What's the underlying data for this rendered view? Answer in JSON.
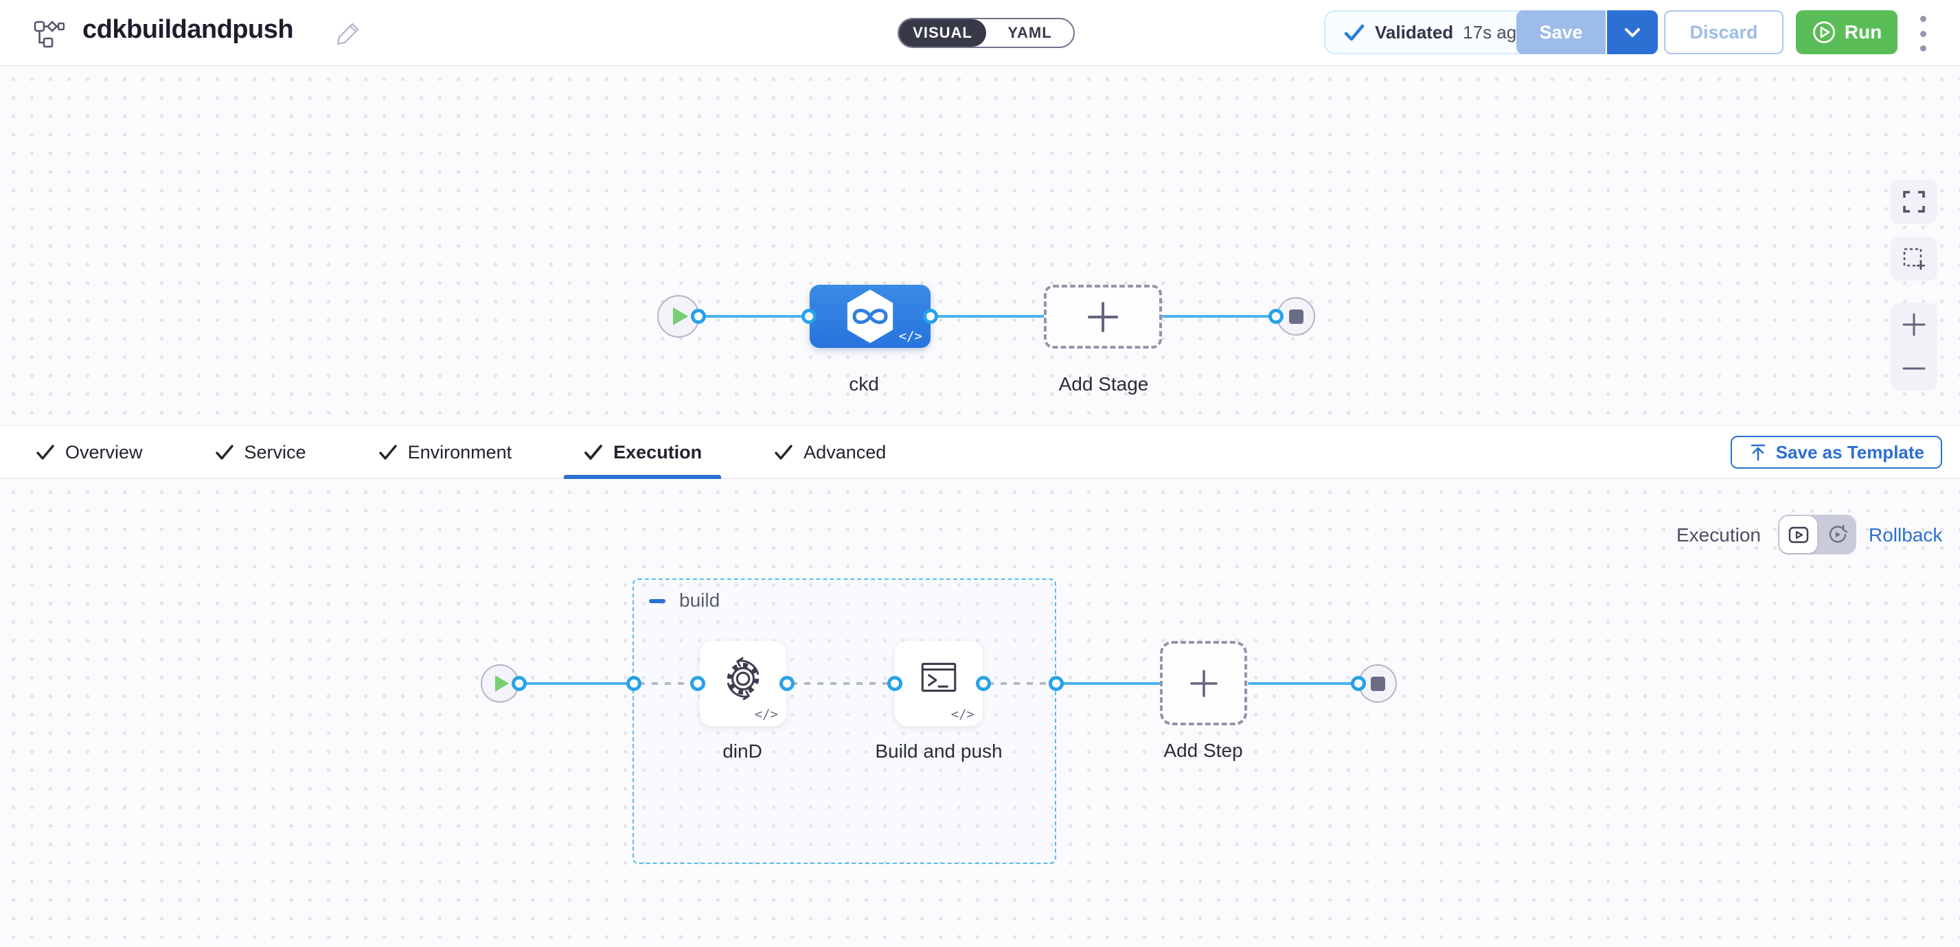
{
  "header": {
    "title": "cdkbuildandpush",
    "mode_toggle": {
      "options": [
        "VISUAL",
        "YAML"
      ],
      "selected": "VISUAL"
    },
    "validated": {
      "label": "Validated",
      "time": "17s ago"
    },
    "save_label": "Save",
    "discard_label": "Discard",
    "run_label": "Run"
  },
  "stage_canvas": {
    "stage_name": "ckd",
    "add_stage_label": "Add Stage"
  },
  "tabs": {
    "items": [
      {
        "label": "Overview",
        "checked": true,
        "active": false
      },
      {
        "label": "Service",
        "checked": true,
        "active": false
      },
      {
        "label": "Environment",
        "checked": true,
        "active": false
      },
      {
        "label": "Execution",
        "checked": true,
        "active": true
      },
      {
        "label": "Advanced",
        "checked": true,
        "active": false
      }
    ],
    "save_as_template_label": "Save as Template"
  },
  "execution_canvas": {
    "mode_label": "Execution",
    "rollback_label": "Rollback",
    "group_label": "build",
    "steps": [
      {
        "name": "dinD"
      },
      {
        "name": "Build and push"
      }
    ],
    "add_step_label": "Add Step",
    "code_glyph": "</>"
  },
  "colors": {
    "accent_blue": "#2c6fd1",
    "stage_blue": "#2f7ee1",
    "connector_blue": "#4ab2f1",
    "port_ring_blue": "#27a2e9",
    "group_dash_blue": "#5cb9ef",
    "run_green": "#5abd58",
    "start_play_green": "#77ce74",
    "save_disabled_blue": "#9dbce9",
    "toggle_dark": "#383946"
  }
}
